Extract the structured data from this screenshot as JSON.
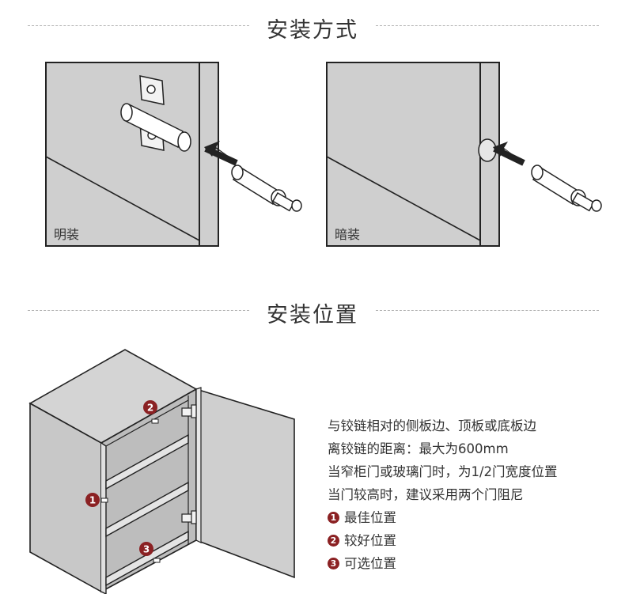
{
  "section1": {
    "title": "安装方式"
  },
  "section2": {
    "title": "安装位置"
  },
  "panels": [
    {
      "label": "明装"
    },
    {
      "label": "暗装"
    }
  ],
  "notes": [
    "与铰链相对的侧板边、顶板或底板边",
    "离铰链的距离：最大为600mm",
    "当窄柜门或玻璃门时，为1/2门宽度位置",
    "当门较高时，建议采用两个门阻尼"
  ],
  "legend": [
    {
      "num": "1",
      "text": "最佳位置"
    },
    {
      "num": "2",
      "text": "较好位置"
    },
    {
      "num": "3",
      "text": "可选位置"
    }
  ],
  "colors": {
    "accent": "#8b2123",
    "panel": "#cfcfcf",
    "stroke": "#222222"
  }
}
